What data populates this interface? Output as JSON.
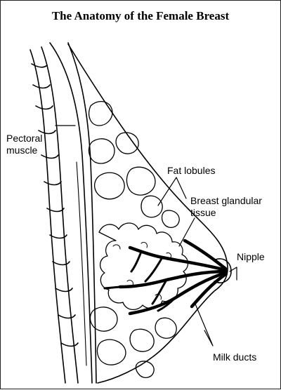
{
  "title": "The Anatomy of the Female Breast",
  "labels": {
    "pectoral_muscle_line1": "Pectoral",
    "pectoral_muscle_line2": "muscle",
    "fat_lobules": "Fat lobules",
    "glandular_line1": "Breast glandular",
    "glandular_line2": "tissue",
    "nipple": "Nipple",
    "milk_ducts": "Milk ducts"
  }
}
